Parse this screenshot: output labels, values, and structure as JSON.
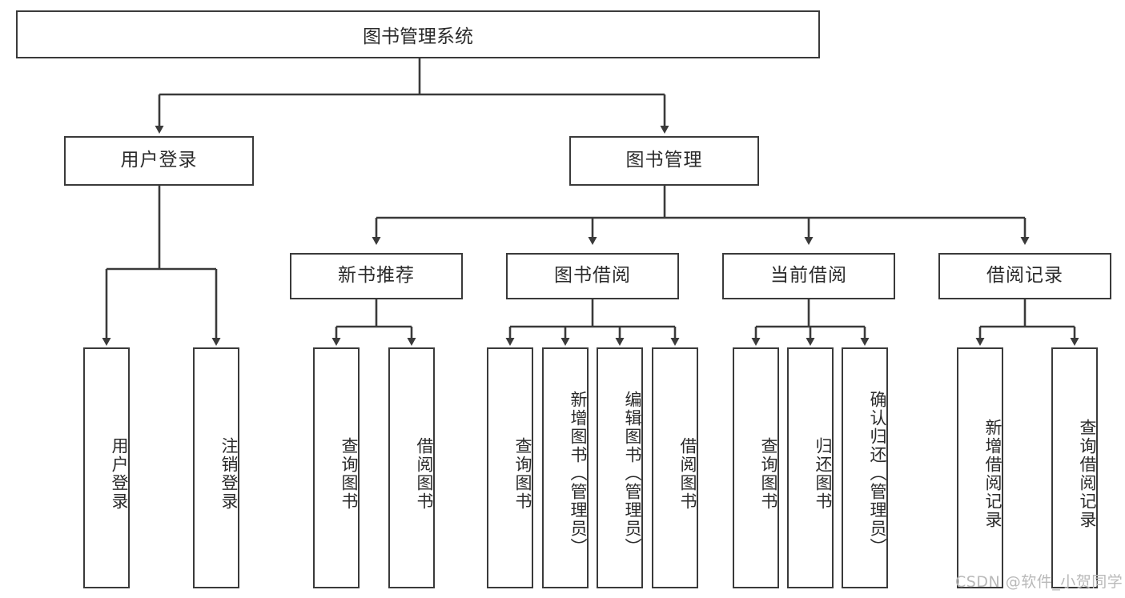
{
  "diagram": {
    "type": "tree-hierarchy-chart",
    "title": "图书管理系统",
    "root": {
      "label": "图书管理系统"
    },
    "level2": [
      {
        "label": "用户登录"
      },
      {
        "label": "图书管理"
      }
    ],
    "level3": [
      {
        "label": "新书推荐"
      },
      {
        "label": "图书借阅"
      },
      {
        "label": "当前借阅"
      },
      {
        "label": "借阅记录"
      }
    ],
    "leaves": {
      "user_login": [
        {
          "label": "用户登录"
        },
        {
          "label": "注销登录"
        }
      ],
      "new_book_recommend": [
        {
          "label": "查询图书"
        },
        {
          "label": "借阅图书"
        }
      ],
      "book_borrow": [
        {
          "label": "查询图书"
        },
        {
          "label": "新增图书（管理员）"
        },
        {
          "label": "编辑图书（管理员）"
        },
        {
          "label": "借阅图书"
        }
      ],
      "current_borrow": [
        {
          "label": "查询图书"
        },
        {
          "label": "归还图书"
        },
        {
          "label": "确认归还（管理员）"
        }
      ],
      "borrow_record": [
        {
          "label": "新增借阅记录"
        },
        {
          "label": "查询借阅记录"
        }
      ]
    },
    "watermark": "CSDN @软件_小贺同学",
    "colors": {
      "border": "#3a3a3a",
      "text": "#2b2b2b",
      "background": "#ffffff",
      "watermark": "#b9b9b9"
    }
  }
}
